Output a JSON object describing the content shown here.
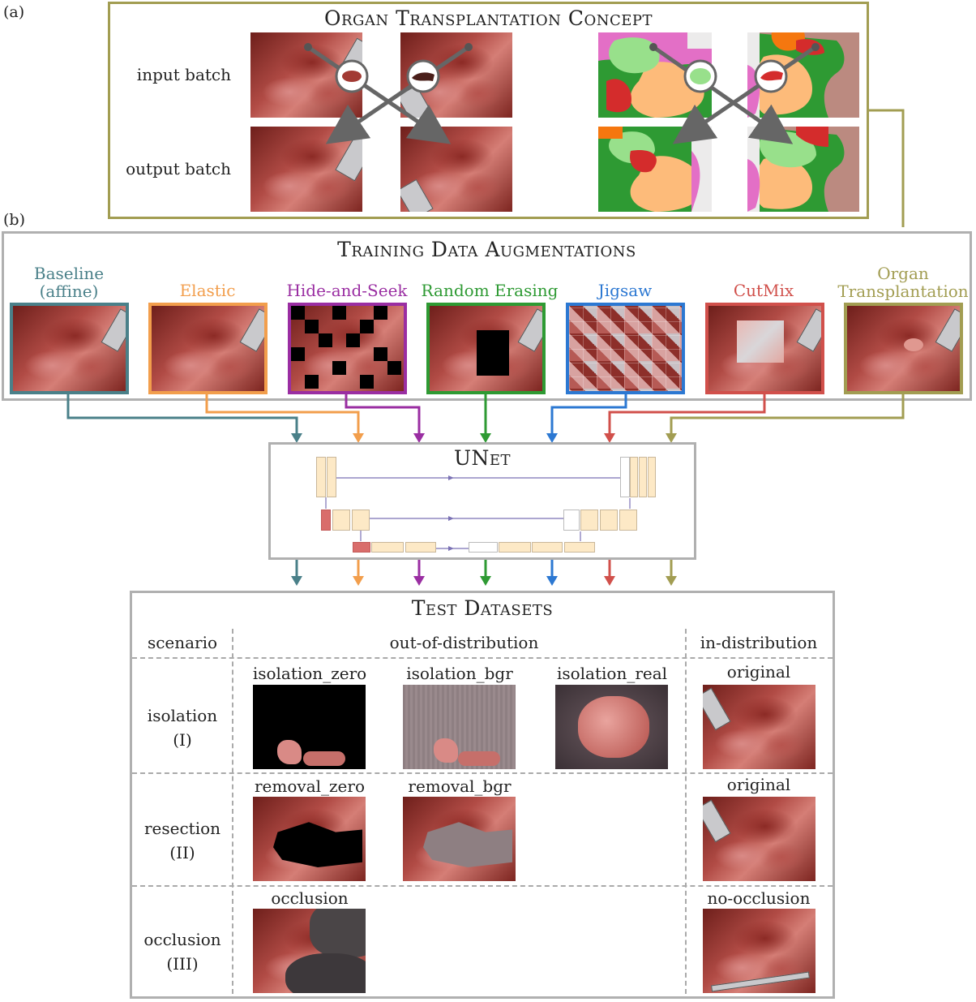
{
  "panel_a": {
    "label": "(a)",
    "title": "Organ Transplantation Concept",
    "row_labels": [
      "input batch",
      "output batch"
    ]
  },
  "panel_b": {
    "label": "(b)",
    "title": "Training Data Augmentations",
    "augmentations": [
      {
        "label": "Baseline\n(affine)",
        "color": "#4a8089"
      },
      {
        "label": "Elastic",
        "color": "#f29e4c"
      },
      {
        "label": "Hide-and-Seek",
        "color": "#9a2ea2"
      },
      {
        "label": "Random Erasing",
        "color": "#2e9a33"
      },
      {
        "label": "Jigsaw",
        "color": "#2c78d2"
      },
      {
        "label": "CutMix",
        "color": "#d1504b"
      },
      {
        "label": "Organ\nTransplantation",
        "color": "#a29d52"
      }
    ]
  },
  "unet": {
    "title": "UNet"
  },
  "test": {
    "title": "Test Datasets",
    "headers": {
      "scenario": "scenario",
      "ood": "out-of-distribution",
      "id": "in-distribution"
    },
    "rows": [
      {
        "label": "isolation",
        "roman": "(I)",
        "ood": [
          "isolation_zero",
          "isolation_bgr",
          "isolation_real"
        ],
        "id": "original"
      },
      {
        "label": "resection",
        "roman": "(II)",
        "ood": [
          "removal_zero",
          "removal_bgr"
        ],
        "id": "original"
      },
      {
        "label": "occlusion",
        "roman": "(III)",
        "ood": [
          "occlusion"
        ],
        "id": "no-occlusion"
      }
    ]
  },
  "colors": {
    "panel_a_border": "#a29d52",
    "panel_b_border": "#b0b0b0",
    "unet_block": "#fde9c6",
    "unet_block_down": "#d96d6b",
    "unet_arrow": "#7b72b5"
  }
}
